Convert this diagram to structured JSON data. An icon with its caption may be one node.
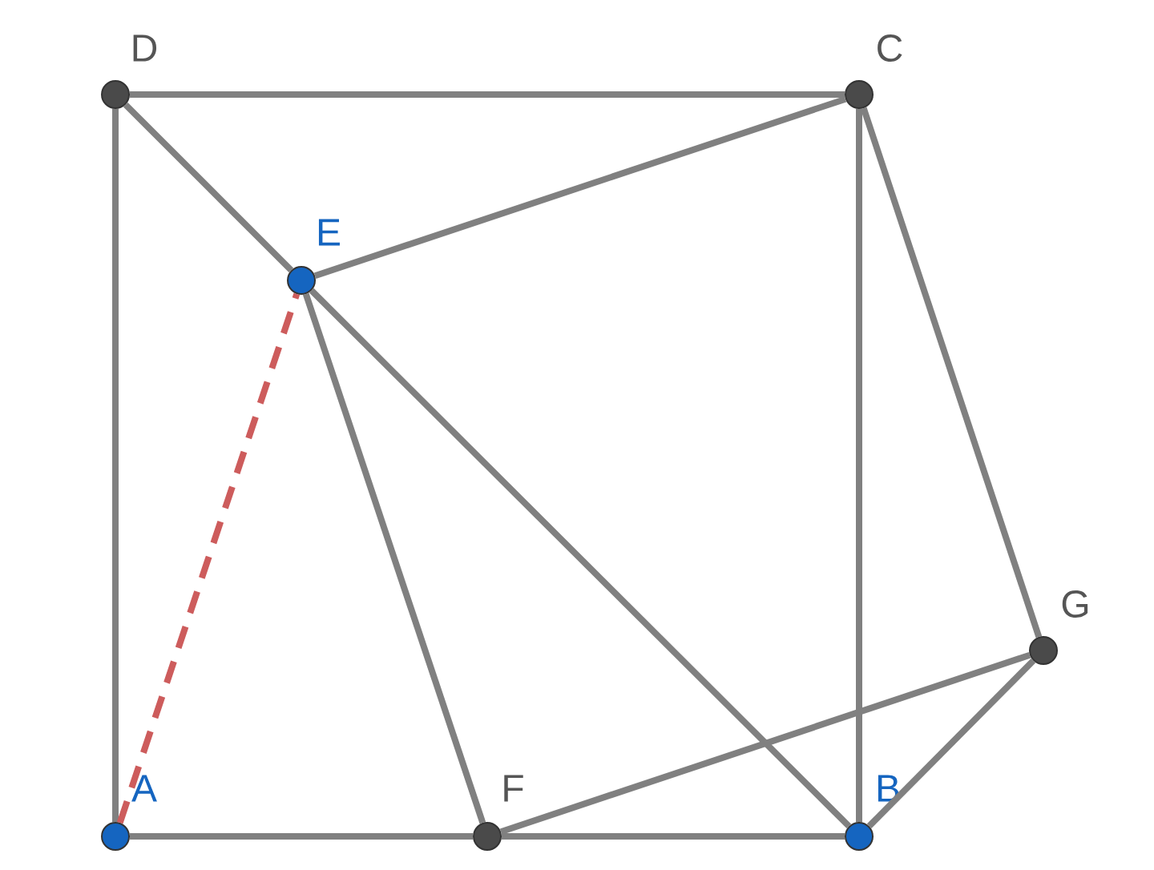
{
  "diagram": {
    "nodes": [
      {
        "text": [],
        "shape": "circle",
        "beside": [
          "D"
        ]
      },
      {
        "text": [],
        "shape": "circle",
        "beside": [
          "C"
        ]
      },
      {
        "text": [],
        "shape": "circle",
        "beside": [
          "E"
        ]
      },
      {
        "text": [],
        "shape": "circle",
        "beside": [
          "G"
        ]
      },
      {
        "text": [],
        "shape": "circle",
        "beside": [
          "A"
        ]
      },
      {
        "text": [],
        "shape": "circle",
        "beside": [
          "F"
        ]
      },
      {
        "text": [],
        "shape": "circle",
        "beside": [
          "B"
        ]
      }
    ],
    "edges": [
      {
        "from": 0,
        "to": 1,
        "arrow": "none"
      },
      {
        "from": 0,
        "to": 4,
        "arrow": "none"
      },
      {
        "from": 4,
        "to": 5,
        "arrow": "none"
      },
      {
        "from": 5,
        "to": 6,
        "arrow": "none"
      },
      {
        "from": 1,
        "to": 6,
        "arrow": "none"
      },
      {
        "from": 0,
        "to": 2,
        "arrow": "none"
      },
      {
        "from": 2,
        "to": 6,
        "arrow": "none"
      },
      {
        "from": 2,
        "to": 1,
        "arrow": "none"
      },
      {
        "from": 2,
        "to": 5,
        "arrow": "none"
      },
      {
        "from": 5,
        "to": 3,
        "arrow": "none"
      },
      {
        "from": 3,
        "to": 6,
        "arrow": "none"
      },
      {
        "from": 1,
        "to": 3,
        "arrow": "none"
      },
      {
        "from": 4,
        "to": 2,
        "arrow": "none",
        "style": "dashed",
        "color": "#cd5c5c"
      }
    ]
  }
}
